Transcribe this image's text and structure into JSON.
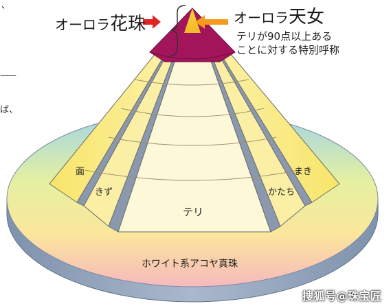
{
  "labels": {
    "aurora_hanadama_prefix": "オーロラ",
    "aurora_hanadama_main": "花珠",
    "aurora_tennyo_prefix": "オーロラ",
    "aurora_tennyo_main": "天女",
    "tennyo_desc_line1": "テリが90点以上ある",
    "tennyo_desc_line2": "ことに対する特別呼称",
    "men": "面",
    "kizu": "きず",
    "teri": "テリ",
    "katachi": "かたち",
    "maki": "まき",
    "base": "ホワイト系アコヤ真珠"
  },
  "margin_fragments": {
    "top": "、",
    "dash": "——",
    "mid": "ば、"
  },
  "watermark": "搜狐号@珠宝匠",
  "colors": {
    "peak": "#a3155a",
    "arrow_left": "#e02323",
    "arrow_right": "#f59a1e",
    "cone_face": "#fbf6cf",
    "grooves": "#8b99ae",
    "disk_side": "#8d9fb8"
  }
}
